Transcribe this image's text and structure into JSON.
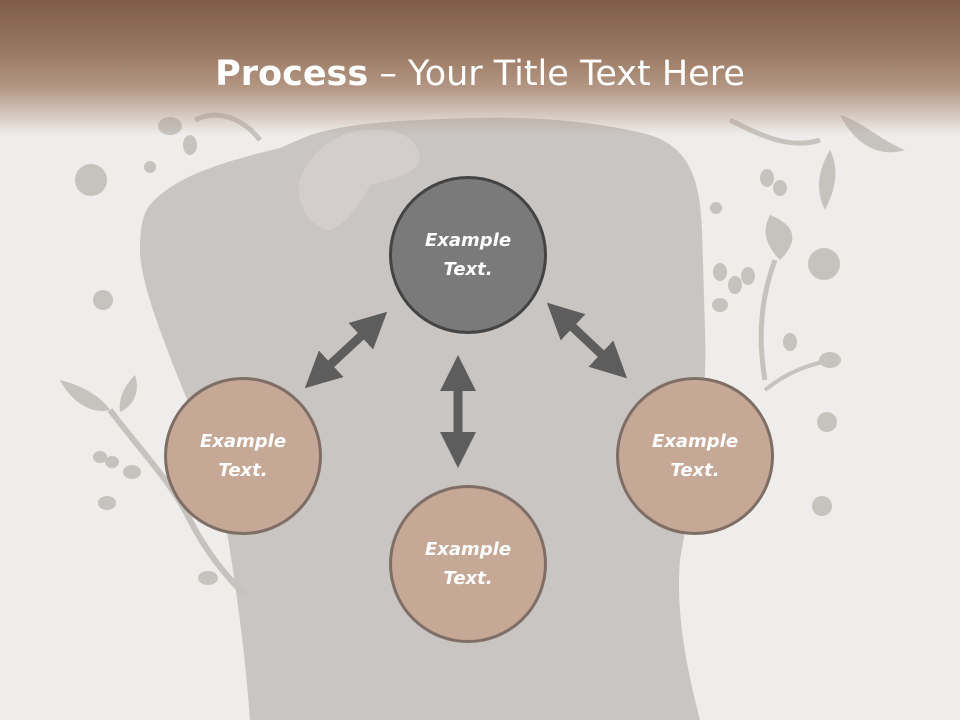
{
  "slide": {
    "title_bold": "Process",
    "title_rest": " – Your Title Text Here"
  },
  "diagram": {
    "nodes": [
      {
        "id": "top",
        "line1": "Example",
        "line2": "Text."
      },
      {
        "id": "left",
        "line1": "Example",
        "line2": "Text."
      },
      {
        "id": "bottom",
        "line1": "Example",
        "line2": "Text."
      },
      {
        "id": "right",
        "line1": "Example",
        "line2": "Text."
      }
    ],
    "connectors": [
      "top-left",
      "top-bottom",
      "top-right"
    ]
  },
  "colors": {
    "header": "#7e5c46",
    "center_node": "#7a7a7a",
    "outer_node": "#c5a896",
    "arrow": "#5d5d5d",
    "decor": "#c6c3bf"
  }
}
